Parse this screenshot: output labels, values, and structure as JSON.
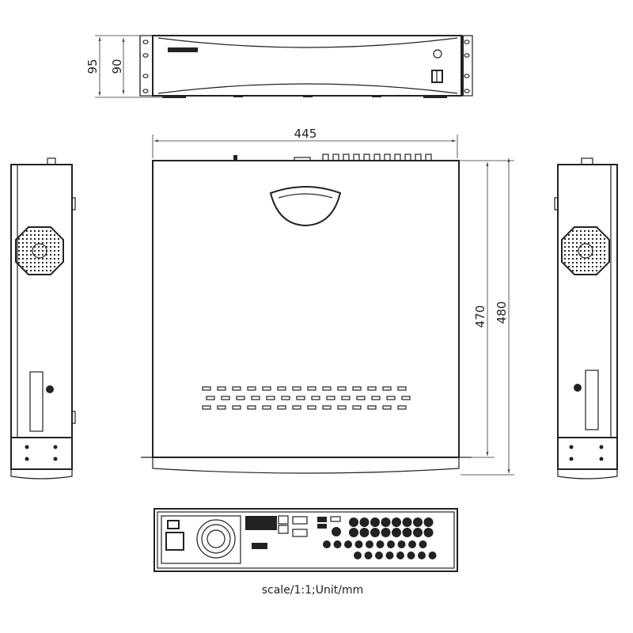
{
  "title": "Device dimension drawing",
  "dimensions": {
    "front_outer_height": "95",
    "front_body_height": "90",
    "width": "445",
    "depth_body": "470",
    "depth_total": "480"
  },
  "caption": "scale/1:1;Unit/mm",
  "colors": {
    "line": "#222222",
    "background": "#ffffff"
  }
}
